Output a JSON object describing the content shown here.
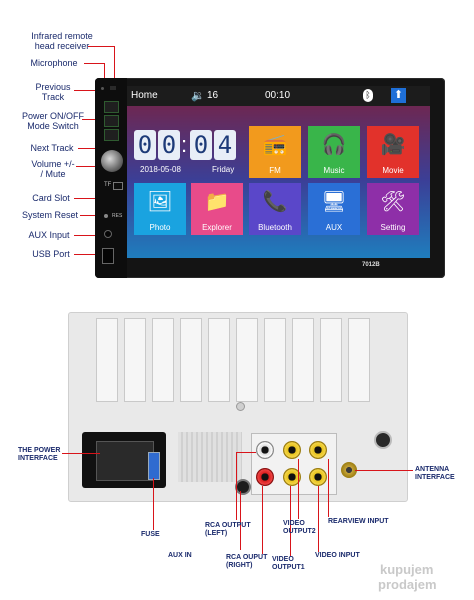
{
  "callouts": {
    "ir": "Infrared remote\nhead receiver",
    "mic": "Microphone",
    "prev": "Previous\nTrack",
    "power": "Power ON/OFF\nMode Switch",
    "next": "Next Track",
    "volume": "Volume +/-\n/ Mute",
    "card": "Card Slot",
    "reset": "System Reset",
    "aux": "AUX Input",
    "usb": "USB Port"
  },
  "status_bar": {
    "home": "Home",
    "volume": "16",
    "time": "00:10"
  },
  "clock": {
    "digits": [
      "0",
      "0",
      "0",
      "4"
    ],
    "colon": ":",
    "date": "2018-05-08",
    "day": "Friday"
  },
  "tiles": [
    {
      "label": "FM",
      "color": "#f29a1d",
      "icon": "radio-icon"
    },
    {
      "label": "Music",
      "color": "#39b54a",
      "icon": "headphones-icon"
    },
    {
      "label": "Movie",
      "color": "#e2322b",
      "icon": "film-camera-icon"
    },
    {
      "label": "Photo",
      "color": "#1aa3e0",
      "icon": "photo-icon"
    },
    {
      "label": "Explorer",
      "color": "#e84b8a",
      "icon": "folder-icon"
    },
    {
      "label": "Bluetooth",
      "color": "#5a47c9",
      "icon": "phone-bluetooth-icon"
    },
    {
      "label": "AUX",
      "color": "#2a6fd6",
      "icon": "aux-monitor-icon"
    },
    {
      "label": "Setting",
      "color": "#8e2fa8",
      "icon": "wrench-screwdriver-icon"
    }
  ],
  "panel": {
    "tf": "TF",
    "rst": "RES",
    "model": "7012B"
  },
  "rear_labels": {
    "power_interface": "THE POWER\nINTERFACE",
    "fuse": "FUSE",
    "aux_in": "AUX IN",
    "rca_left": "RCA OUTPUT\n(LEFT)",
    "rca_right": "RCA OUPUT\n(RIGHT)",
    "video_output1": "VIDEO\nOUTPUT1",
    "video_output2": "VIDEO\nOUTPUT2",
    "video_input": "VIDEO INPUT",
    "rearview_input": "REARVIEW INPUT",
    "antenna": "ANTENNA\nINTERFACE"
  },
  "watermark": {
    "line1": "kupujem",
    "line2": "prodajem"
  },
  "colors": {
    "callout_line": "#d8141a",
    "callout_text": "#1a2a6c"
  }
}
